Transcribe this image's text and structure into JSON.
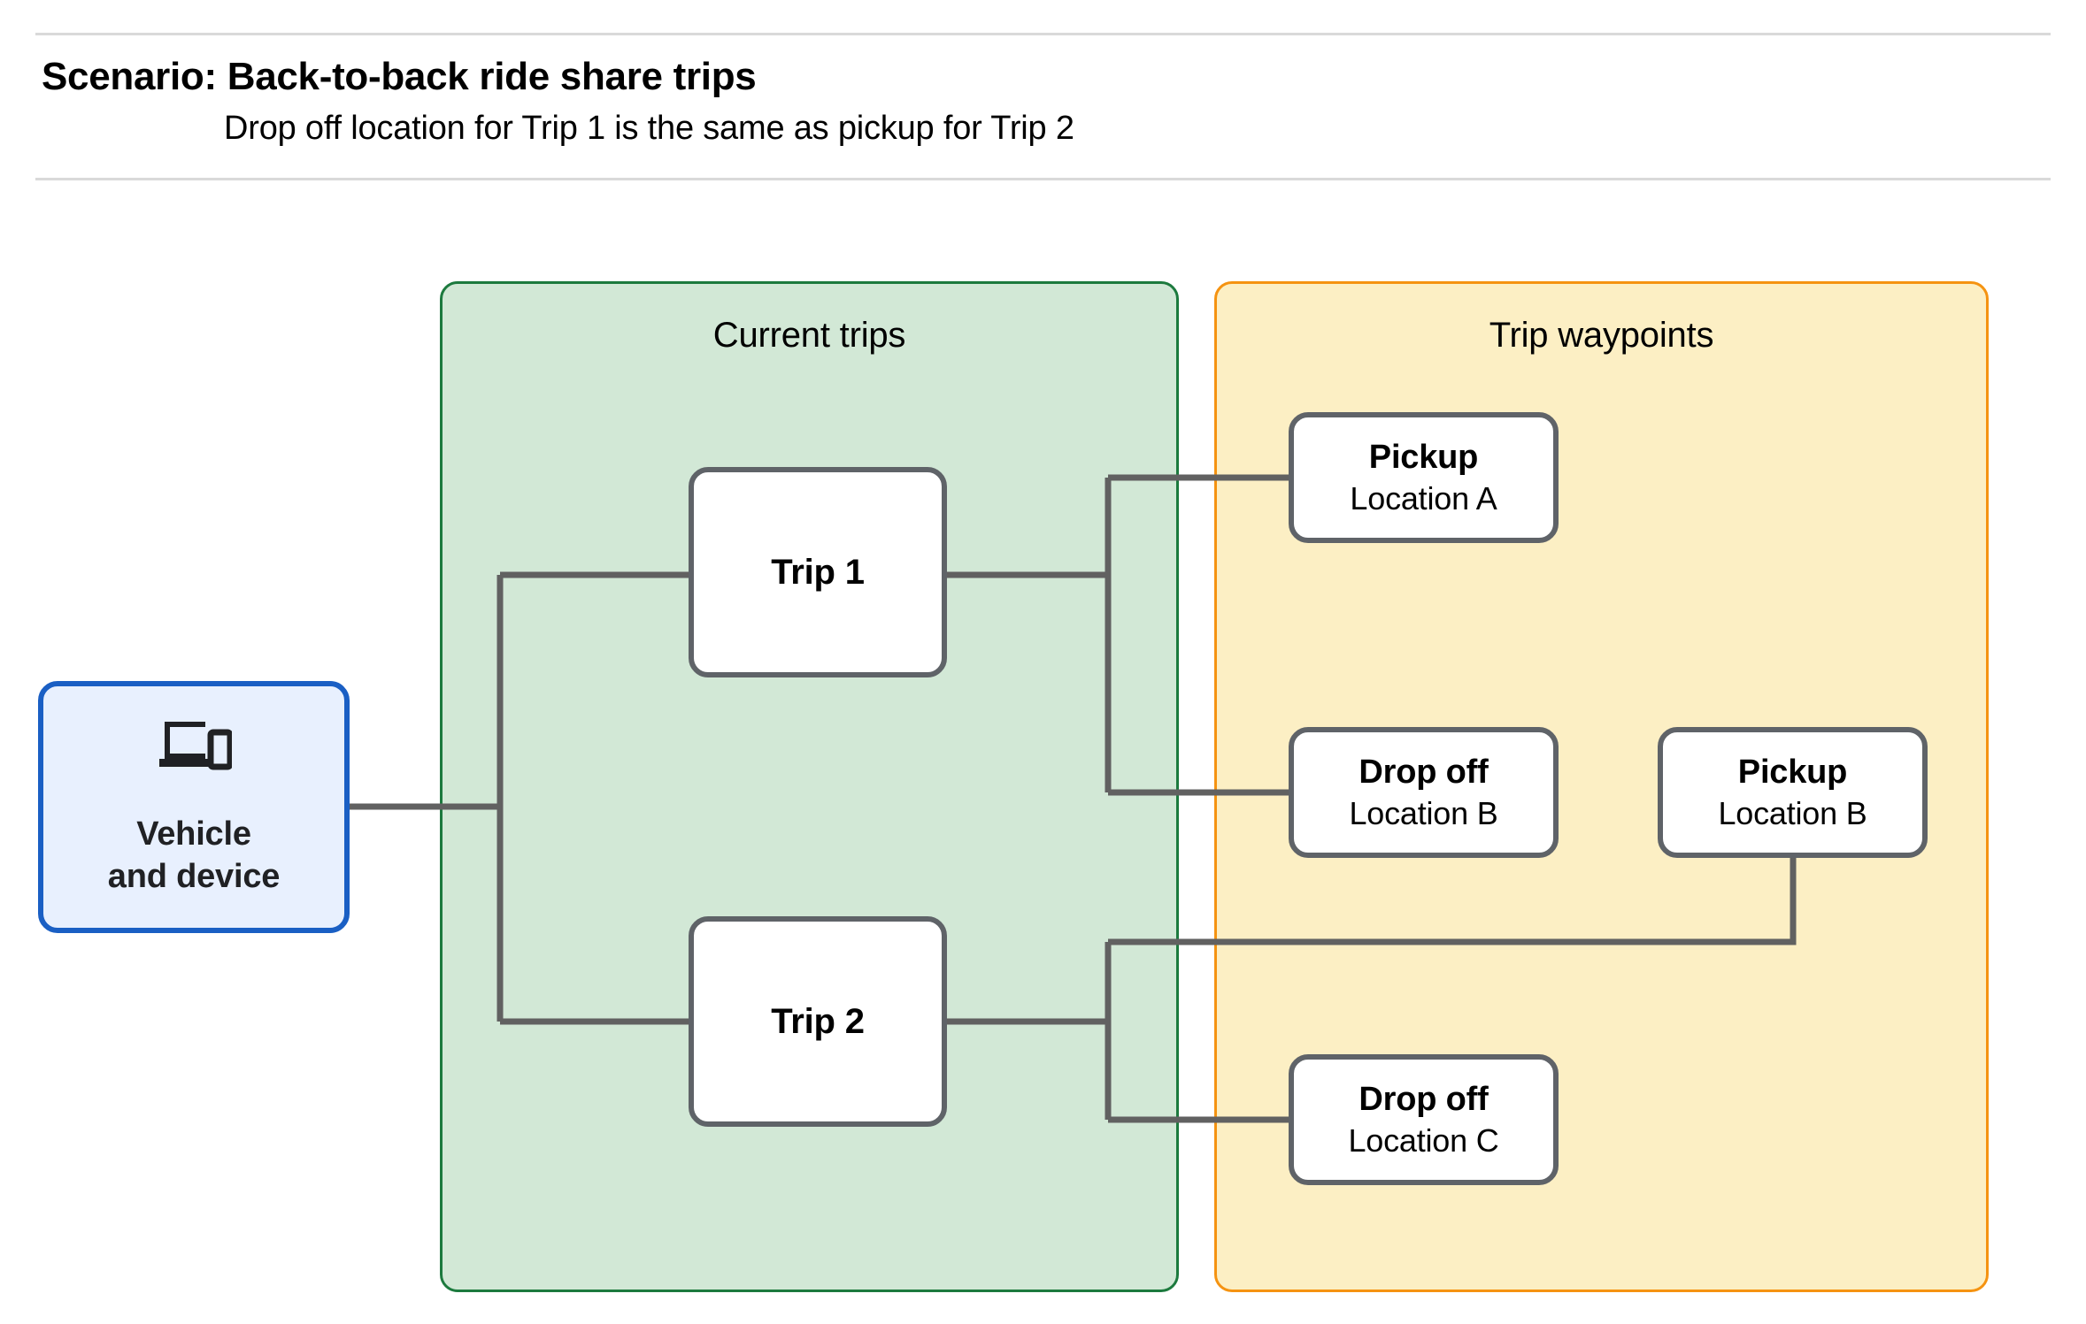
{
  "header": {
    "title": "Scenario: Back-to-back ride share trips",
    "subtitle": "Drop off  location for Trip 1 is the same as pickup for Trip 2"
  },
  "groups": {
    "current_trips": {
      "title": "Current trips",
      "border_color": "#1c7a3e",
      "fill_color": "#d2e8d6"
    },
    "trip_waypoints": {
      "title": "Trip waypoints",
      "border_color": "#f59311",
      "fill_color": "#fcefc4"
    }
  },
  "vehicle": {
    "icon": "devices-icon",
    "line1": "Vehicle",
    "line2": "and device",
    "border_color": "#1a5fc4",
    "fill_color": "#e8f0fe"
  },
  "trips": [
    {
      "label": "Trip 1"
    },
    {
      "label": "Trip 2"
    }
  ],
  "waypoints": [
    {
      "title": "Pickup",
      "location": "Location A"
    },
    {
      "title": "Drop off",
      "location": "Location B"
    },
    {
      "title": "Pickup",
      "location": "Location B"
    },
    {
      "title": "Drop off",
      "location": "Location C"
    }
  ],
  "connector_color": "#616161"
}
